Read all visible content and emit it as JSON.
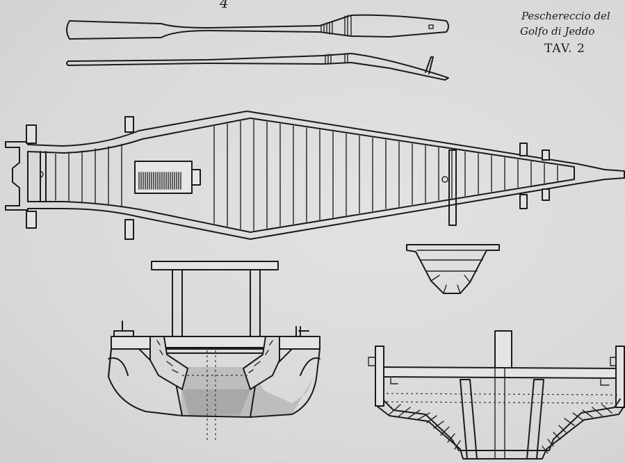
{
  "page_number": "4",
  "title": {
    "line1": "Peschereccio del",
    "line2": "Golfo di Jeddo",
    "plate": "TAV. 2"
  },
  "colors": {
    "paper": "#dcdcdc",
    "ink": "#1a1a1a",
    "shading": "#a8a8a8"
  }
}
